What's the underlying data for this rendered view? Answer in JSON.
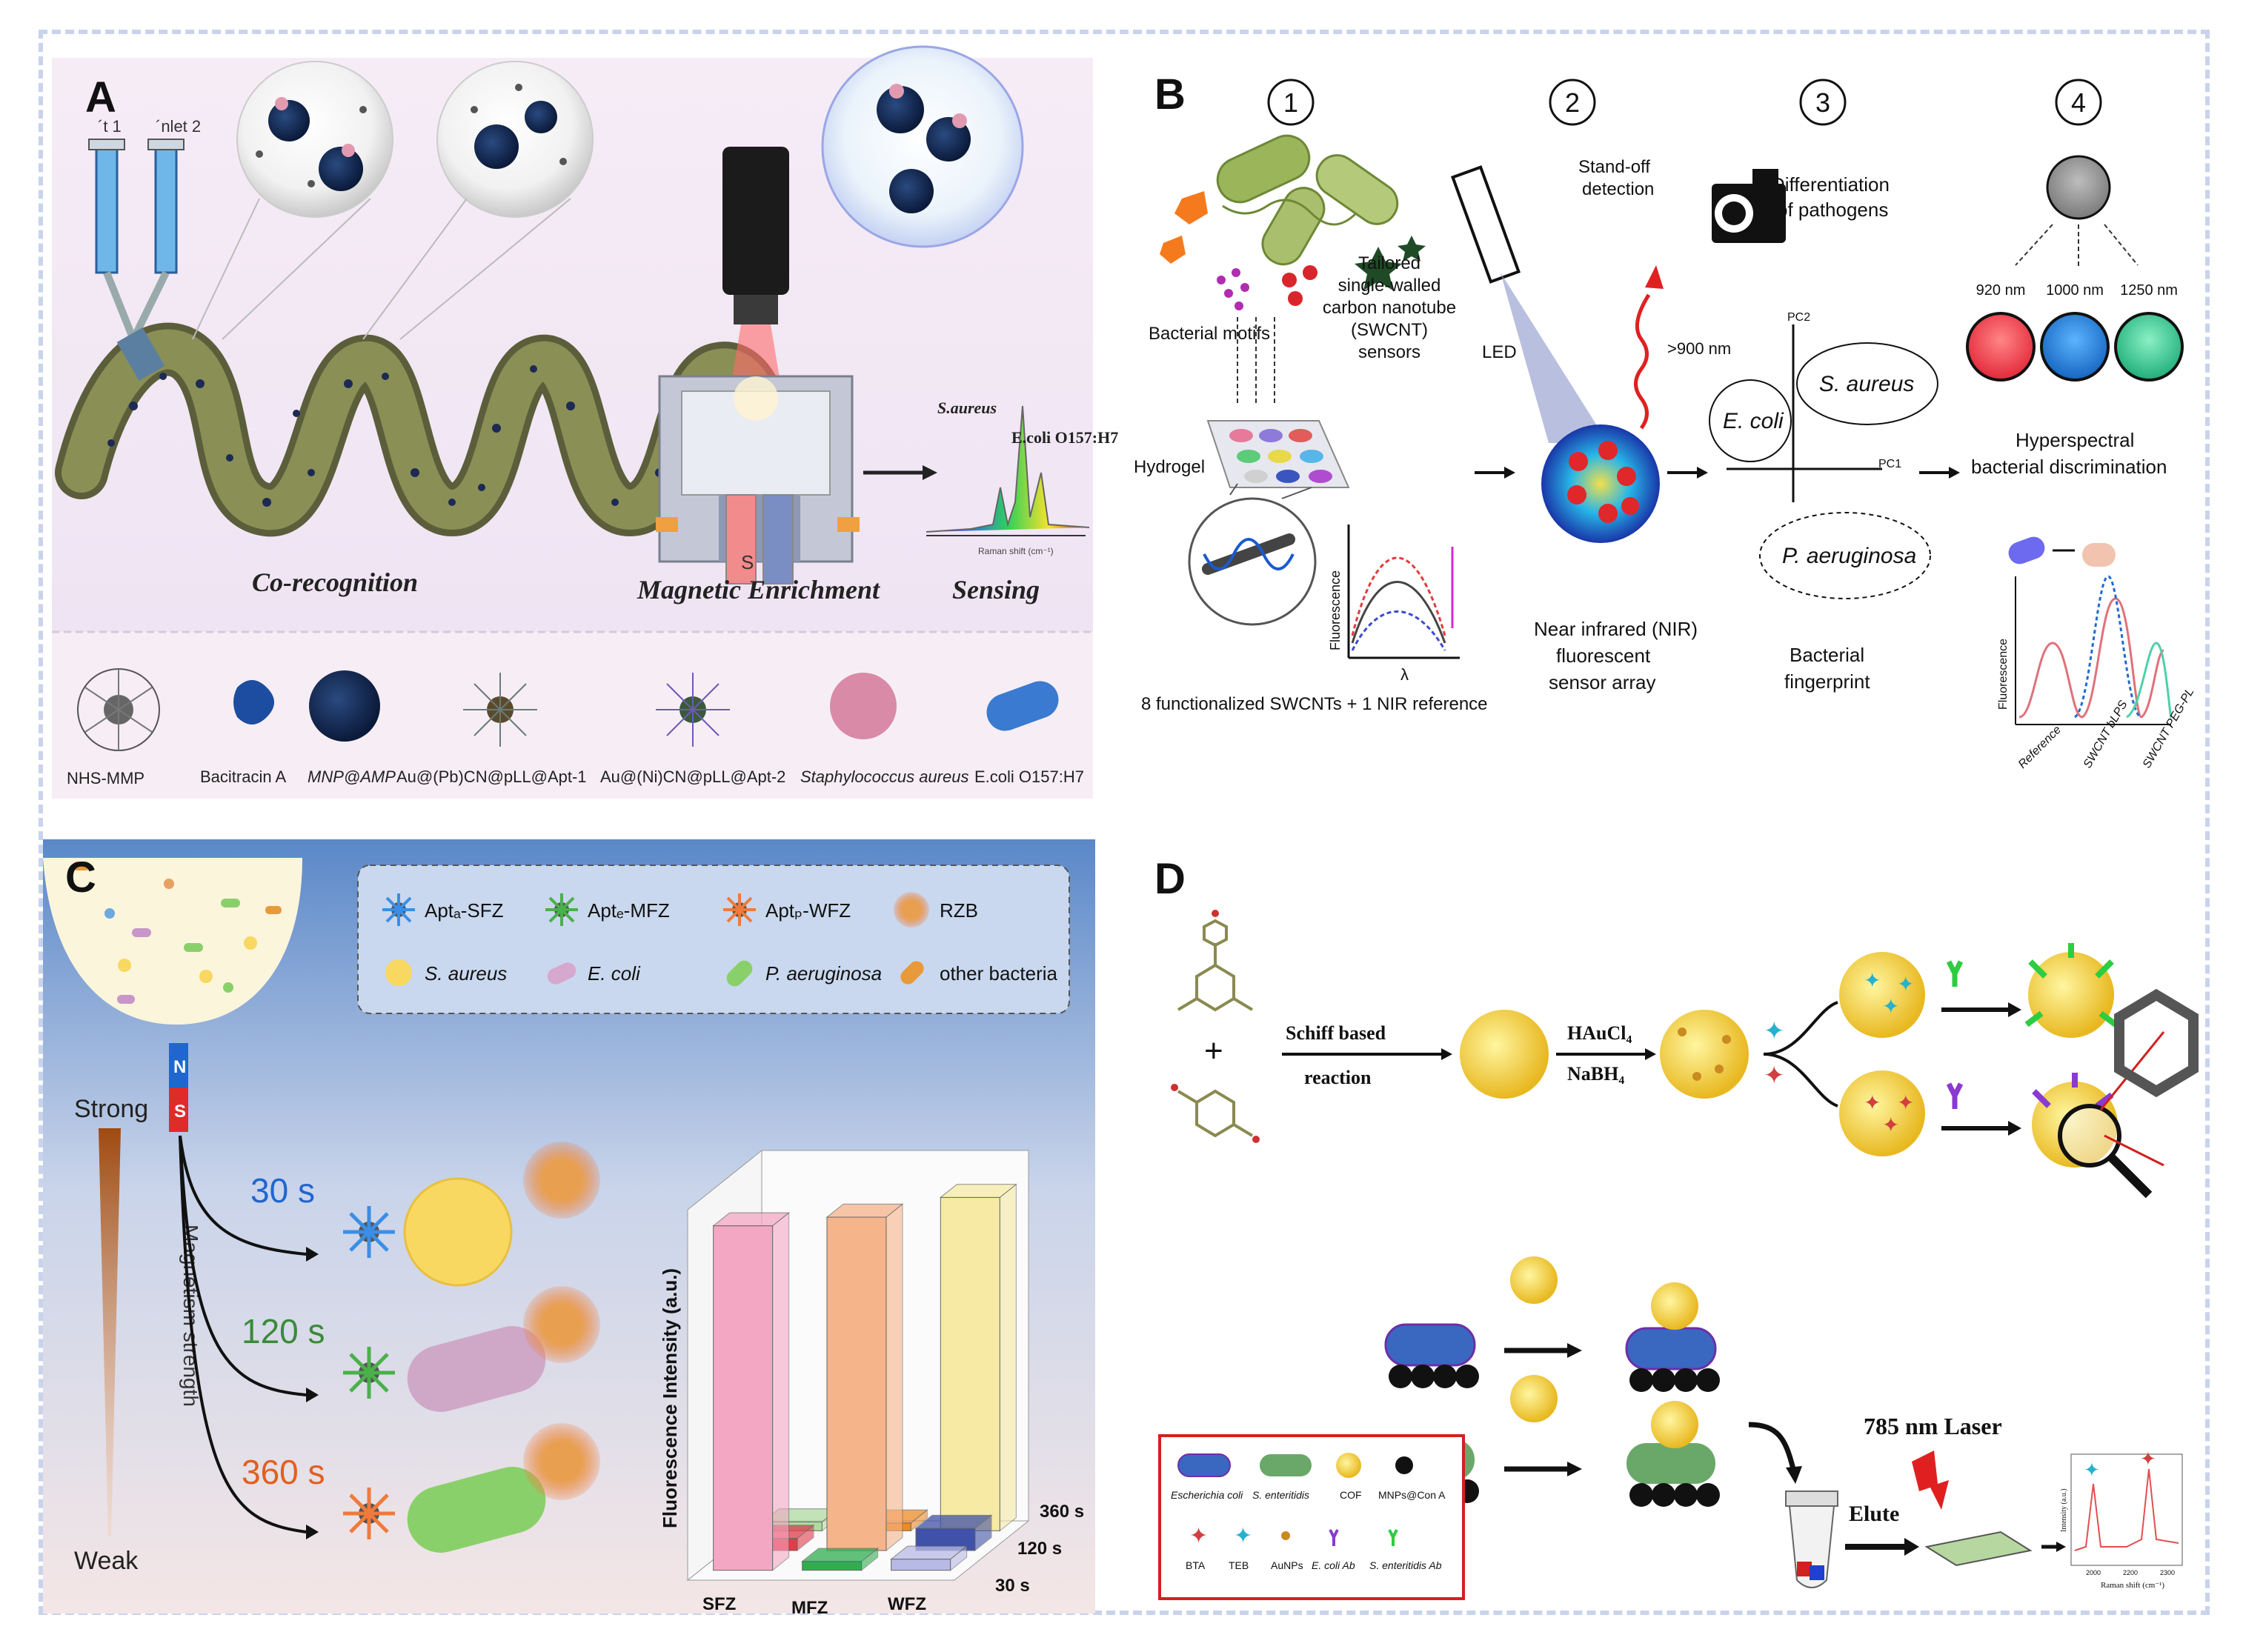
{
  "panel_a": {
    "label": "A",
    "inlets": [
      "´t 1",
      "´nlet 2"
    ],
    "steps": [
      "Co-recognition",
      "Magnetic Enrichment",
      "Sensing"
    ],
    "magnet_pole": "S",
    "spectrum": {
      "label_sa": "S.aureus",
      "label_ec": "E.coli O157:H7",
      "xaxis": "Raman shift (cm⁻¹)"
    },
    "legend": [
      "NHS-MMP",
      "Bacitracin A",
      "MNP@AMP",
      "Au@(Pb)CN@pLL@Apt-1",
      "Au@(Ni)CN@pLL@Apt-2",
      "Staphylococcus aureus",
      "E.coli O157:H7"
    ]
  },
  "panel_b": {
    "label": "B",
    "steps": [
      "1",
      "2",
      "3",
      "4"
    ],
    "bacterial_motifs": "Bacterial motifs",
    "hydrogel": "Hydrogel",
    "tailored": "Tailored single-walled carbon nanotube (SWCNT) sensors",
    "functionalized": "8 functionalized SWCNTs + 1 NIR reference",
    "fluor_axis": "Fluorescence",
    "lambda": "λ",
    "standoff": "Stand-off detection",
    "led": "LED",
    "nm900": ">900 nm",
    "nir_array": "Near infrared (NIR) fluorescent sensor array",
    "differentiation": "Differentiation of pathogens",
    "pc1": "PC1",
    "pc2": "PC2",
    "ecoli": "E. coli",
    "saureus": "S. aureus",
    "paeruginosa": "P. aeruginosa",
    "fingerprint": "Bacterial fingerprint",
    "wavelengths": [
      "920 nm",
      "1000 nm",
      "1250 nm"
    ],
    "hyperspectral": "Hyperspectral bacterial discrimination",
    "spec_x": [
      "Reference",
      "SWCNT bLPS",
      "SWCNT PEG-PL"
    ]
  },
  "panel_c": {
    "label": "C",
    "legend": [
      "Aptₐ-SFZ",
      "Aptₑ-MFZ",
      "Aptₚ-WFZ",
      "RZB",
      "S. aureus",
      "E. coli",
      "P. aeruginosa",
      "other bacteria"
    ],
    "magnet": [
      "N",
      "S"
    ],
    "strong": "Strong",
    "weak": "Weak",
    "magnetism": "Magnetism strength",
    "times": [
      "30 s",
      "120 s",
      "360 s"
    ],
    "chart_data": {
      "type": "bar",
      "ylabel": "Fluorescence Intensity (a.u.)",
      "categories": [
        "SFZ",
        "MFZ",
        "WFZ"
      ],
      "depth_labels": [
        "30 s",
        "120 s",
        "360 s"
      ],
      "series": [
        {
          "name": "30 s",
          "values": [
            3100,
            80,
            100
          ],
          "colors": [
            "#f4a7c3",
            "#2eaf4e",
            "#b9b9e6"
          ]
        },
        {
          "name": "120 s",
          "values": [
            110,
            3000,
            200
          ],
          "colors": [
            "#e03c4a",
            "#f6b48a",
            "#3f51a8"
          ]
        },
        {
          "name": "360 s",
          "values": [
            80,
            70,
            3000
          ],
          "colors": [
            "#aedba1",
            "#f08a24",
            "#f6eaa4"
          ]
        }
      ]
    }
  },
  "panel_d": {
    "label": "D",
    "schiff": "Schiff based reaction",
    "plus": "+",
    "haucl": "HAuCl₄",
    "nabh": "NaBH₄",
    "laser": "785 nm Laser",
    "elute": "Elute",
    "legend": [
      "Escherichia coli",
      "S. enteritidis",
      "COF",
      "MNPs@Con A",
      "BTA",
      "TEB",
      "AuNPs",
      "E. coli Ab",
      "S. enteritidis Ab"
    ],
    "raman_x": "Raman shift (cm⁻¹)",
    "raman_y": "Intensity (a.u.)",
    "raman_ticks": [
      "2000",
      "2200",
      "2300"
    ]
  },
  "colors": {
    "frame_dash": "#c9d3ec",
    "panel_c_bg_top": "#5a88c8",
    "panel_c_bg_bottom": "#f4e6e6"
  }
}
